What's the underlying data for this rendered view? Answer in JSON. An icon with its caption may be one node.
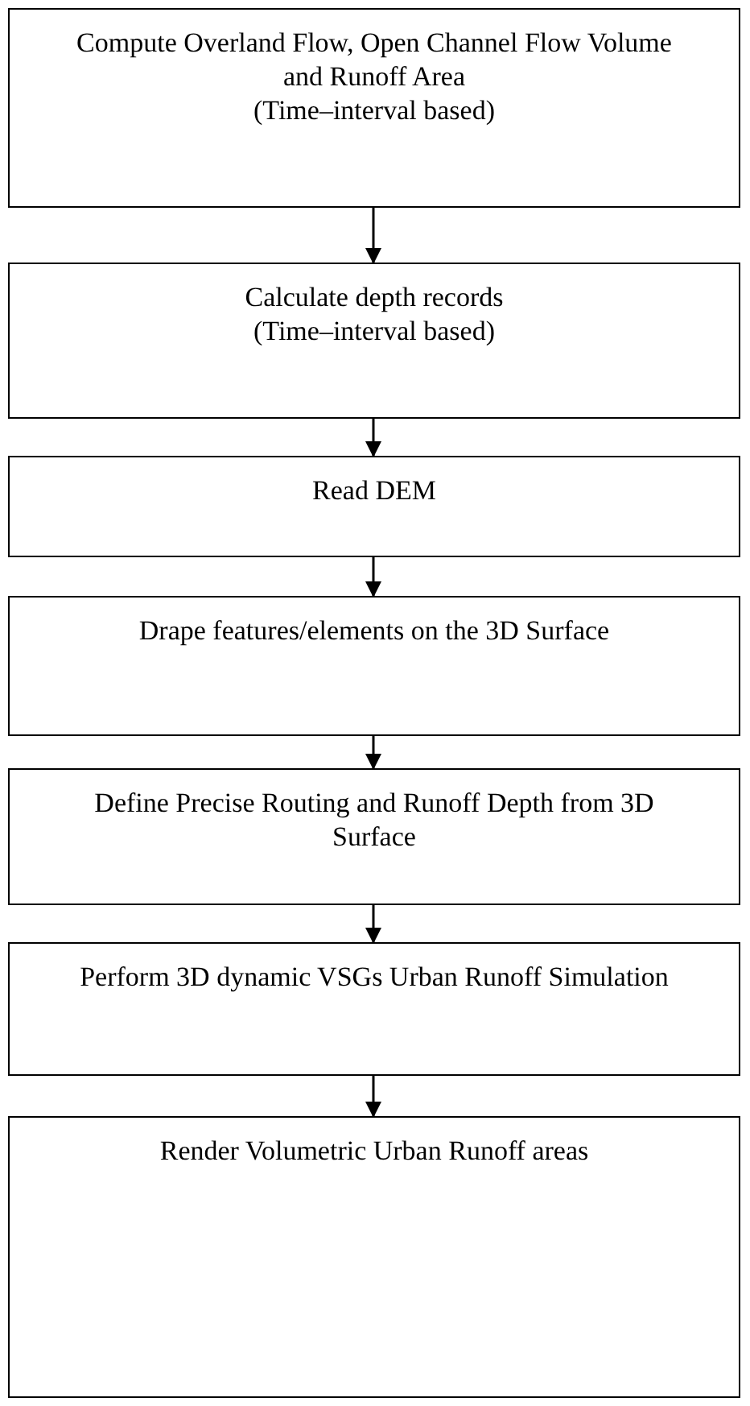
{
  "diagram": {
    "nodes": [
      {
        "text": [
          "Compute Overland Flow, Open Channel Flow Volume and Runoff Area",
          "(Time–interval based)"
        ]
      },
      {
        "text": [
          "Calculate depth records",
          "(Time–interval based)"
        ]
      },
      {
        "text": [
          "Read DEM"
        ]
      },
      {
        "text": [
          "Drape features/elements on the 3D Surface"
        ]
      },
      {
        "text": [
          "Define Precise Routing and Runoff Depth from 3D Surface"
        ]
      },
      {
        "text": [
          "Perform 3D dynamic VSGs Urban Runoff Simulation"
        ]
      },
      {
        "text": [
          "Render Volumetric Urban Runoff areas"
        ]
      }
    ],
    "edges": [
      {
        "from": 0,
        "to": 1,
        "arrow": "to"
      },
      {
        "from": 1,
        "to": 2,
        "arrow": "to"
      },
      {
        "from": 2,
        "to": 3,
        "arrow": "to"
      },
      {
        "from": 3,
        "to": 4,
        "arrow": "to"
      },
      {
        "from": 4,
        "to": 5,
        "arrow": "to"
      },
      {
        "from": 5,
        "to": 6,
        "arrow": "to"
      }
    ]
  }
}
